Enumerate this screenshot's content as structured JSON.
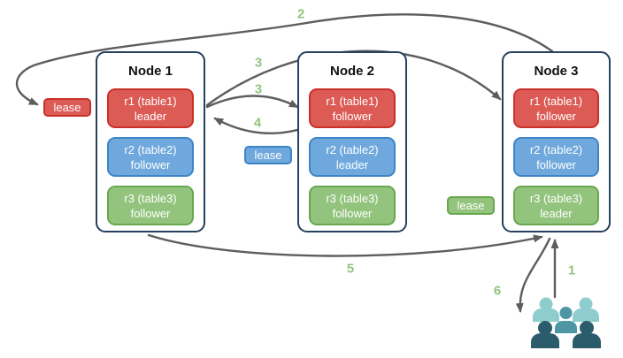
{
  "nodes": [
    {
      "title": "Node 1",
      "replicas": [
        {
          "name": "r1 (table1)",
          "role": "leader"
        },
        {
          "name": "r2 (table2)",
          "role": "follower"
        },
        {
          "name": "r3 (table3)",
          "role": "follower"
        }
      ]
    },
    {
      "title": "Node 2",
      "replicas": [
        {
          "name": "r1 (table1)",
          "role": "follower"
        },
        {
          "name": "r2 (table2)",
          "role": "leader"
        },
        {
          "name": "r3 (table3)",
          "role": "follower"
        }
      ]
    },
    {
      "title": "Node 3",
      "replicas": [
        {
          "name": "r1 (table1)",
          "role": "follower"
        },
        {
          "name": "r2 (table2)",
          "role": "follower"
        },
        {
          "name": "r3 (table3)",
          "role": "leader"
        }
      ]
    }
  ],
  "leases": [
    {
      "label": "lease",
      "color": "#dc5b55",
      "near": "Node 1 / r1"
    },
    {
      "label": "lease",
      "color": "#6fa8dc",
      "near": "Node 2 / r2"
    },
    {
      "label": "lease",
      "color": "#93c47d",
      "near": "Node 3 / r3"
    }
  ],
  "flow_steps": [
    {
      "label": "2",
      "path": "Node 3 top to red lease badge"
    },
    {
      "label": "3",
      "path": "Node 1 r1 leader to Node 3 r1 follower"
    },
    {
      "label": "3",
      "path": "Node 1 r1 leader to Node 2 r1 follower"
    },
    {
      "label": "4",
      "path": "Node 2 r1 follower to Node 1 r1 leader"
    },
    {
      "label": "5",
      "path": "Node 1 bottom to Node 3 bottom"
    },
    {
      "label": "1",
      "path": "users to Node 3 bottom"
    },
    {
      "label": "6",
      "path": "Node 3 bottom to users"
    }
  ],
  "icons": {
    "users": "users-group-icon"
  },
  "colors": {
    "replica_red": "#dc5b55",
    "replica_red_border": "#c9302a",
    "replica_blue": "#6fa8dc",
    "replica_blue_border": "#3d85c6",
    "replica_green": "#93c47d",
    "replica_green_border": "#68a74f",
    "node_border": "#28415f",
    "arrow": "#5d5d5d",
    "flow_label": "#93c47d",
    "users_light": "#8fccce",
    "users_medium": "#4e96a3",
    "users_dark": "#2b5c6b",
    "background": "#ffffff"
  }
}
